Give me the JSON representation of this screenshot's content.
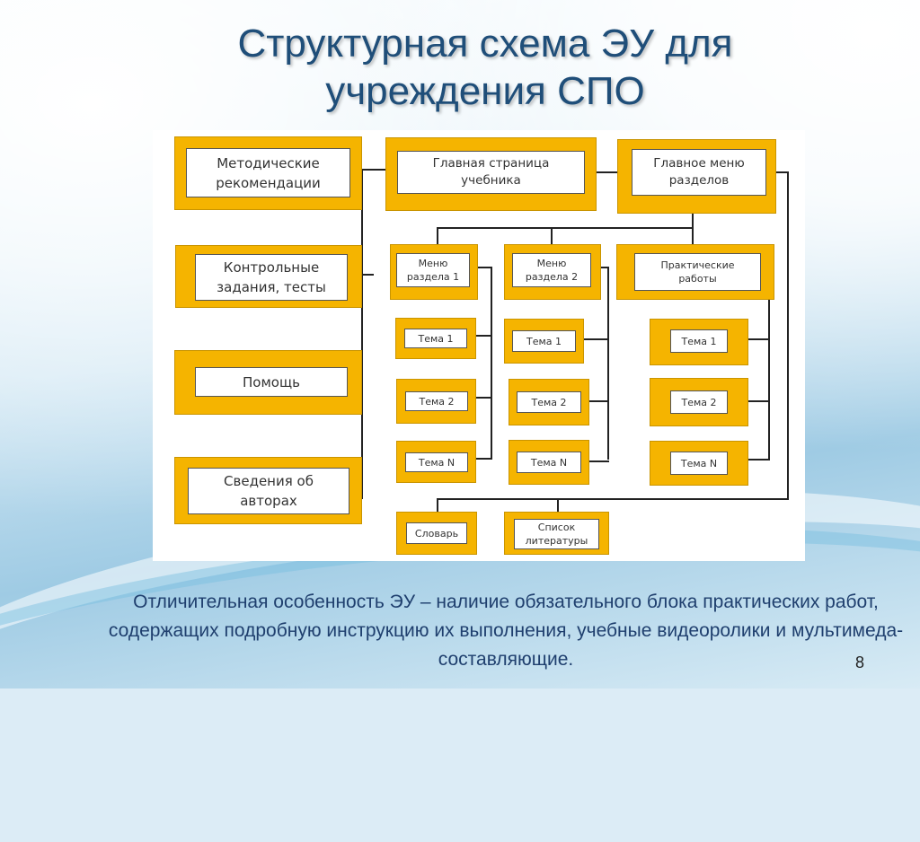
{
  "title": "Структурная схема ЭУ для\nучреждения СПО",
  "boxes": {
    "metod": "Методические\nрекомендации",
    "kontrol": "Контрольные\nзадания, тесты",
    "pomosh": "Помощь",
    "avtory": "Сведения об\nавторах",
    "glavnaya": "Главная страница\nучебника",
    "menu_razdelov": "Главное меню\nразделов",
    "menu1": "Меню\nраздела 1",
    "menu2": "Меню\nраздела 2",
    "praktika": "Практические\nработы",
    "c1_t1": "Тема 1",
    "c1_t2": "Тема 2",
    "c1_tn": "Тема N",
    "c2_t1": "Тема 1",
    "c2_t2": "Тема 2",
    "c2_tn": "Тема N",
    "c3_t1": "Тема 1",
    "c3_t2": "Тема 2",
    "c3_tn": "Тема N",
    "slovar": "Словарь",
    "literatura": "Список\nлитературы"
  },
  "caption": "Отличительная особенность ЭУ – наличие обязательного блока практических работ, содержащих подробную инструкцию их выполнения, учебные видеоролики и мультимеда-составляющие.",
  "page_number": "8"
}
